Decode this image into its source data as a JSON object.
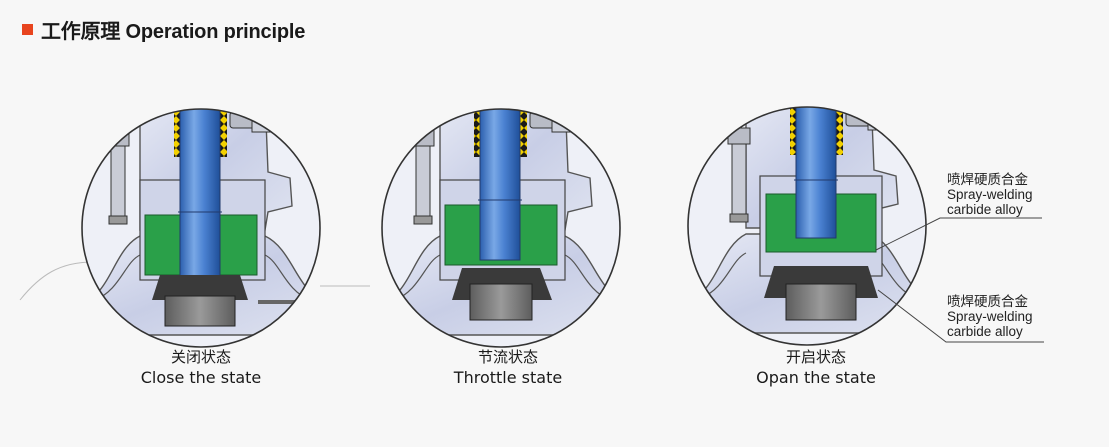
{
  "header": {
    "title": "工作原理 Operation principle"
  },
  "states": [
    {
      "cn": "关闭状态",
      "en": "Close the state"
    },
    {
      "cn": "节流状态",
      "en": "Throttle state"
    },
    {
      "cn": "开启状态",
      "en": "Opan the state"
    }
  ],
  "annotations": [
    {
      "cn": "喷焊硬质合金",
      "en1": "Spray-welding",
      "en2": "carbide alloy"
    },
    {
      "cn": "喷焊硬质合金",
      "en1": "Spray-welding",
      "en2": "carbide alloy"
    }
  ],
  "colors": {
    "accent": "#e8441e",
    "stem": "#3d74c8",
    "seal": "#2aa049",
    "yellow": "#f2d000",
    "body": "#c9cfe6"
  }
}
